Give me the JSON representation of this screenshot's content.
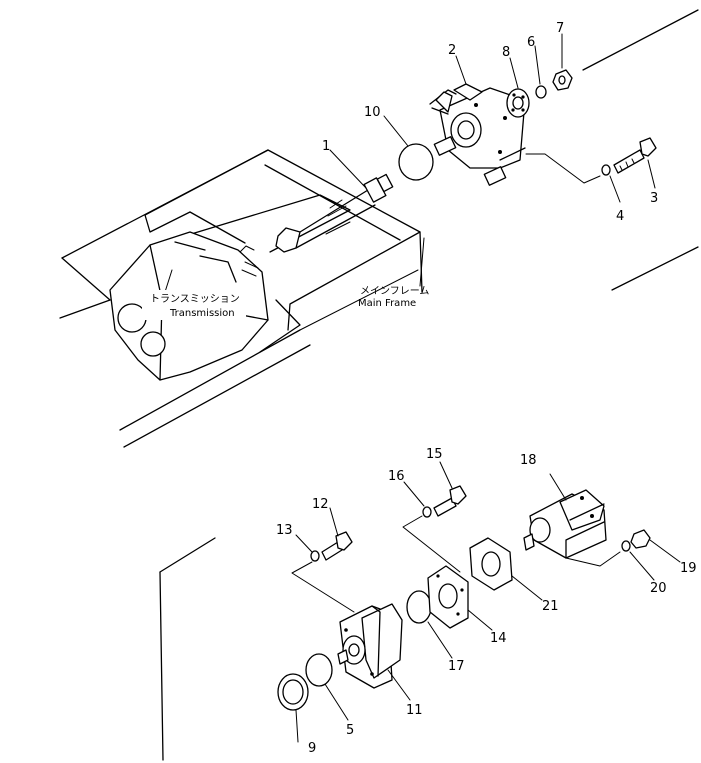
{
  "labels": {
    "transmission_jp": "トランスミッション",
    "transmission_en": "Transmission",
    "main_frame_jp": "メインフレーム",
    "main_frame_en": "Main Frame"
  },
  "callouts": {
    "n1": "1",
    "n2": "2",
    "n3": "3",
    "n4": "4",
    "n5": "5",
    "n6": "6",
    "n7": "7",
    "n8": "8",
    "n9": "9",
    "n10": "10",
    "n11": "11",
    "n12": "12",
    "n13": "13",
    "n14": "14",
    "n15": "15",
    "n16": "16",
    "n17": "17",
    "n18": "18",
    "n19": "19",
    "n20": "20",
    "n21": "21"
  }
}
